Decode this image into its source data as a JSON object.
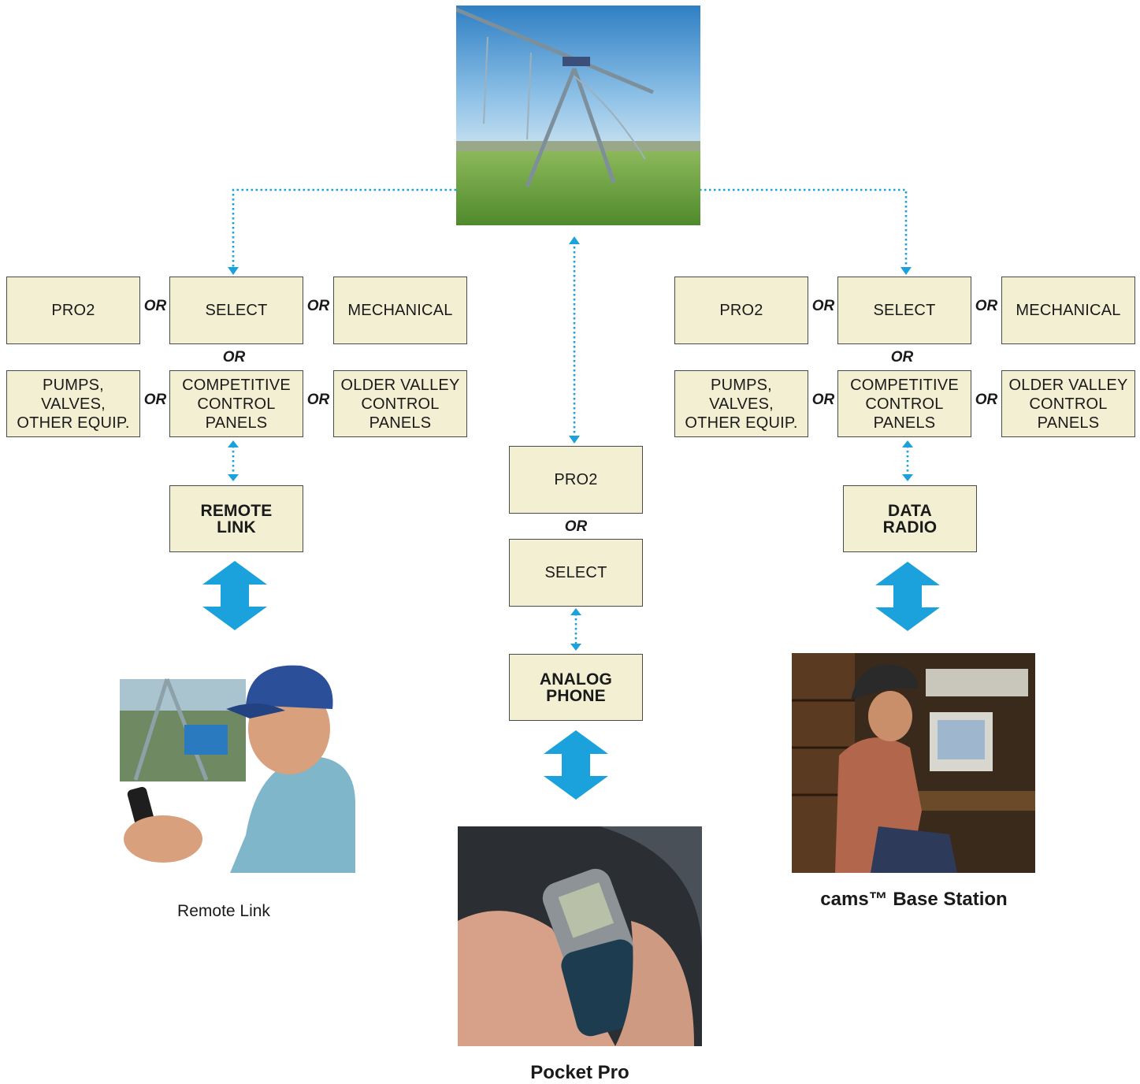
{
  "colors": {
    "box_fill": "#f3efd3",
    "connector_blue": "#1ba1db",
    "arrow_blue": "#1ba1db"
  },
  "top_photo": {
    "icon": "center-pivot-irrigation-photo"
  },
  "left": {
    "row1": [
      "PRO2",
      "SELECT",
      "MECHANICAL"
    ],
    "row2": [
      "PUMPS,\nVALVES,\nOTHER EQUIP.",
      "COMPETITIVE\nCONTROL\nPANELS",
      "OLDER VALLEY\nCONTROL\nPANELS"
    ],
    "device": "REMOTE\nLINK",
    "photo_icon": "farmer-with-handheld-radio-photo",
    "caption": "Remote Link"
  },
  "center": {
    "box1": "PRO2",
    "box2": "SELECT",
    "device": "ANALOG\nPHONE",
    "photo_icon": "hands-with-pda-phone-photo",
    "caption": "Pocket Pro"
  },
  "right": {
    "row1": [
      "PRO2",
      "SELECT",
      "MECHANICAL"
    ],
    "row2": [
      "PUMPS,\nVALVES,\nOTHER EQUIP.",
      "COMPETITIVE\nCONTROL\nPANELS",
      "OLDER VALLEY\nCONTROL\nPANELS"
    ],
    "device": "DATA\nRADIO",
    "photo_icon": "man-at-computer-workstation-photo",
    "caption": "cams™ Base Station"
  },
  "or_label": "OR"
}
